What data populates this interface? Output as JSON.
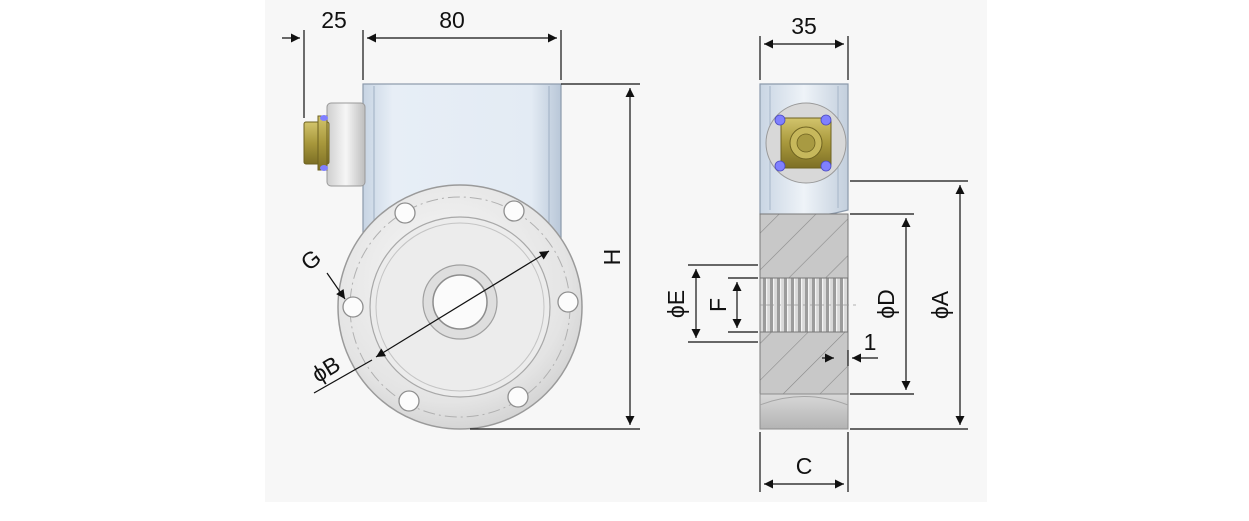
{
  "dimensions": {
    "connector_offset": "25",
    "body_length": "80",
    "width": "35",
    "height": "H",
    "bolt_hole": "G",
    "bolt_circle": "ϕB",
    "outer_diameter": "ϕA",
    "hub_diameter": "ϕD",
    "bore_diameter": "ϕE",
    "thread_length": "F",
    "chamfer": "1",
    "thickness": "C"
  },
  "colors": {
    "metal_light": "#f1f1f1",
    "metal_dark": "#bdbdbd",
    "housing_blue": "#dbe6f2",
    "connector_brass": "#b9a84a",
    "screw_blue": "#8080ff",
    "section_gray": "#c6c6c6",
    "line": "#111111"
  }
}
